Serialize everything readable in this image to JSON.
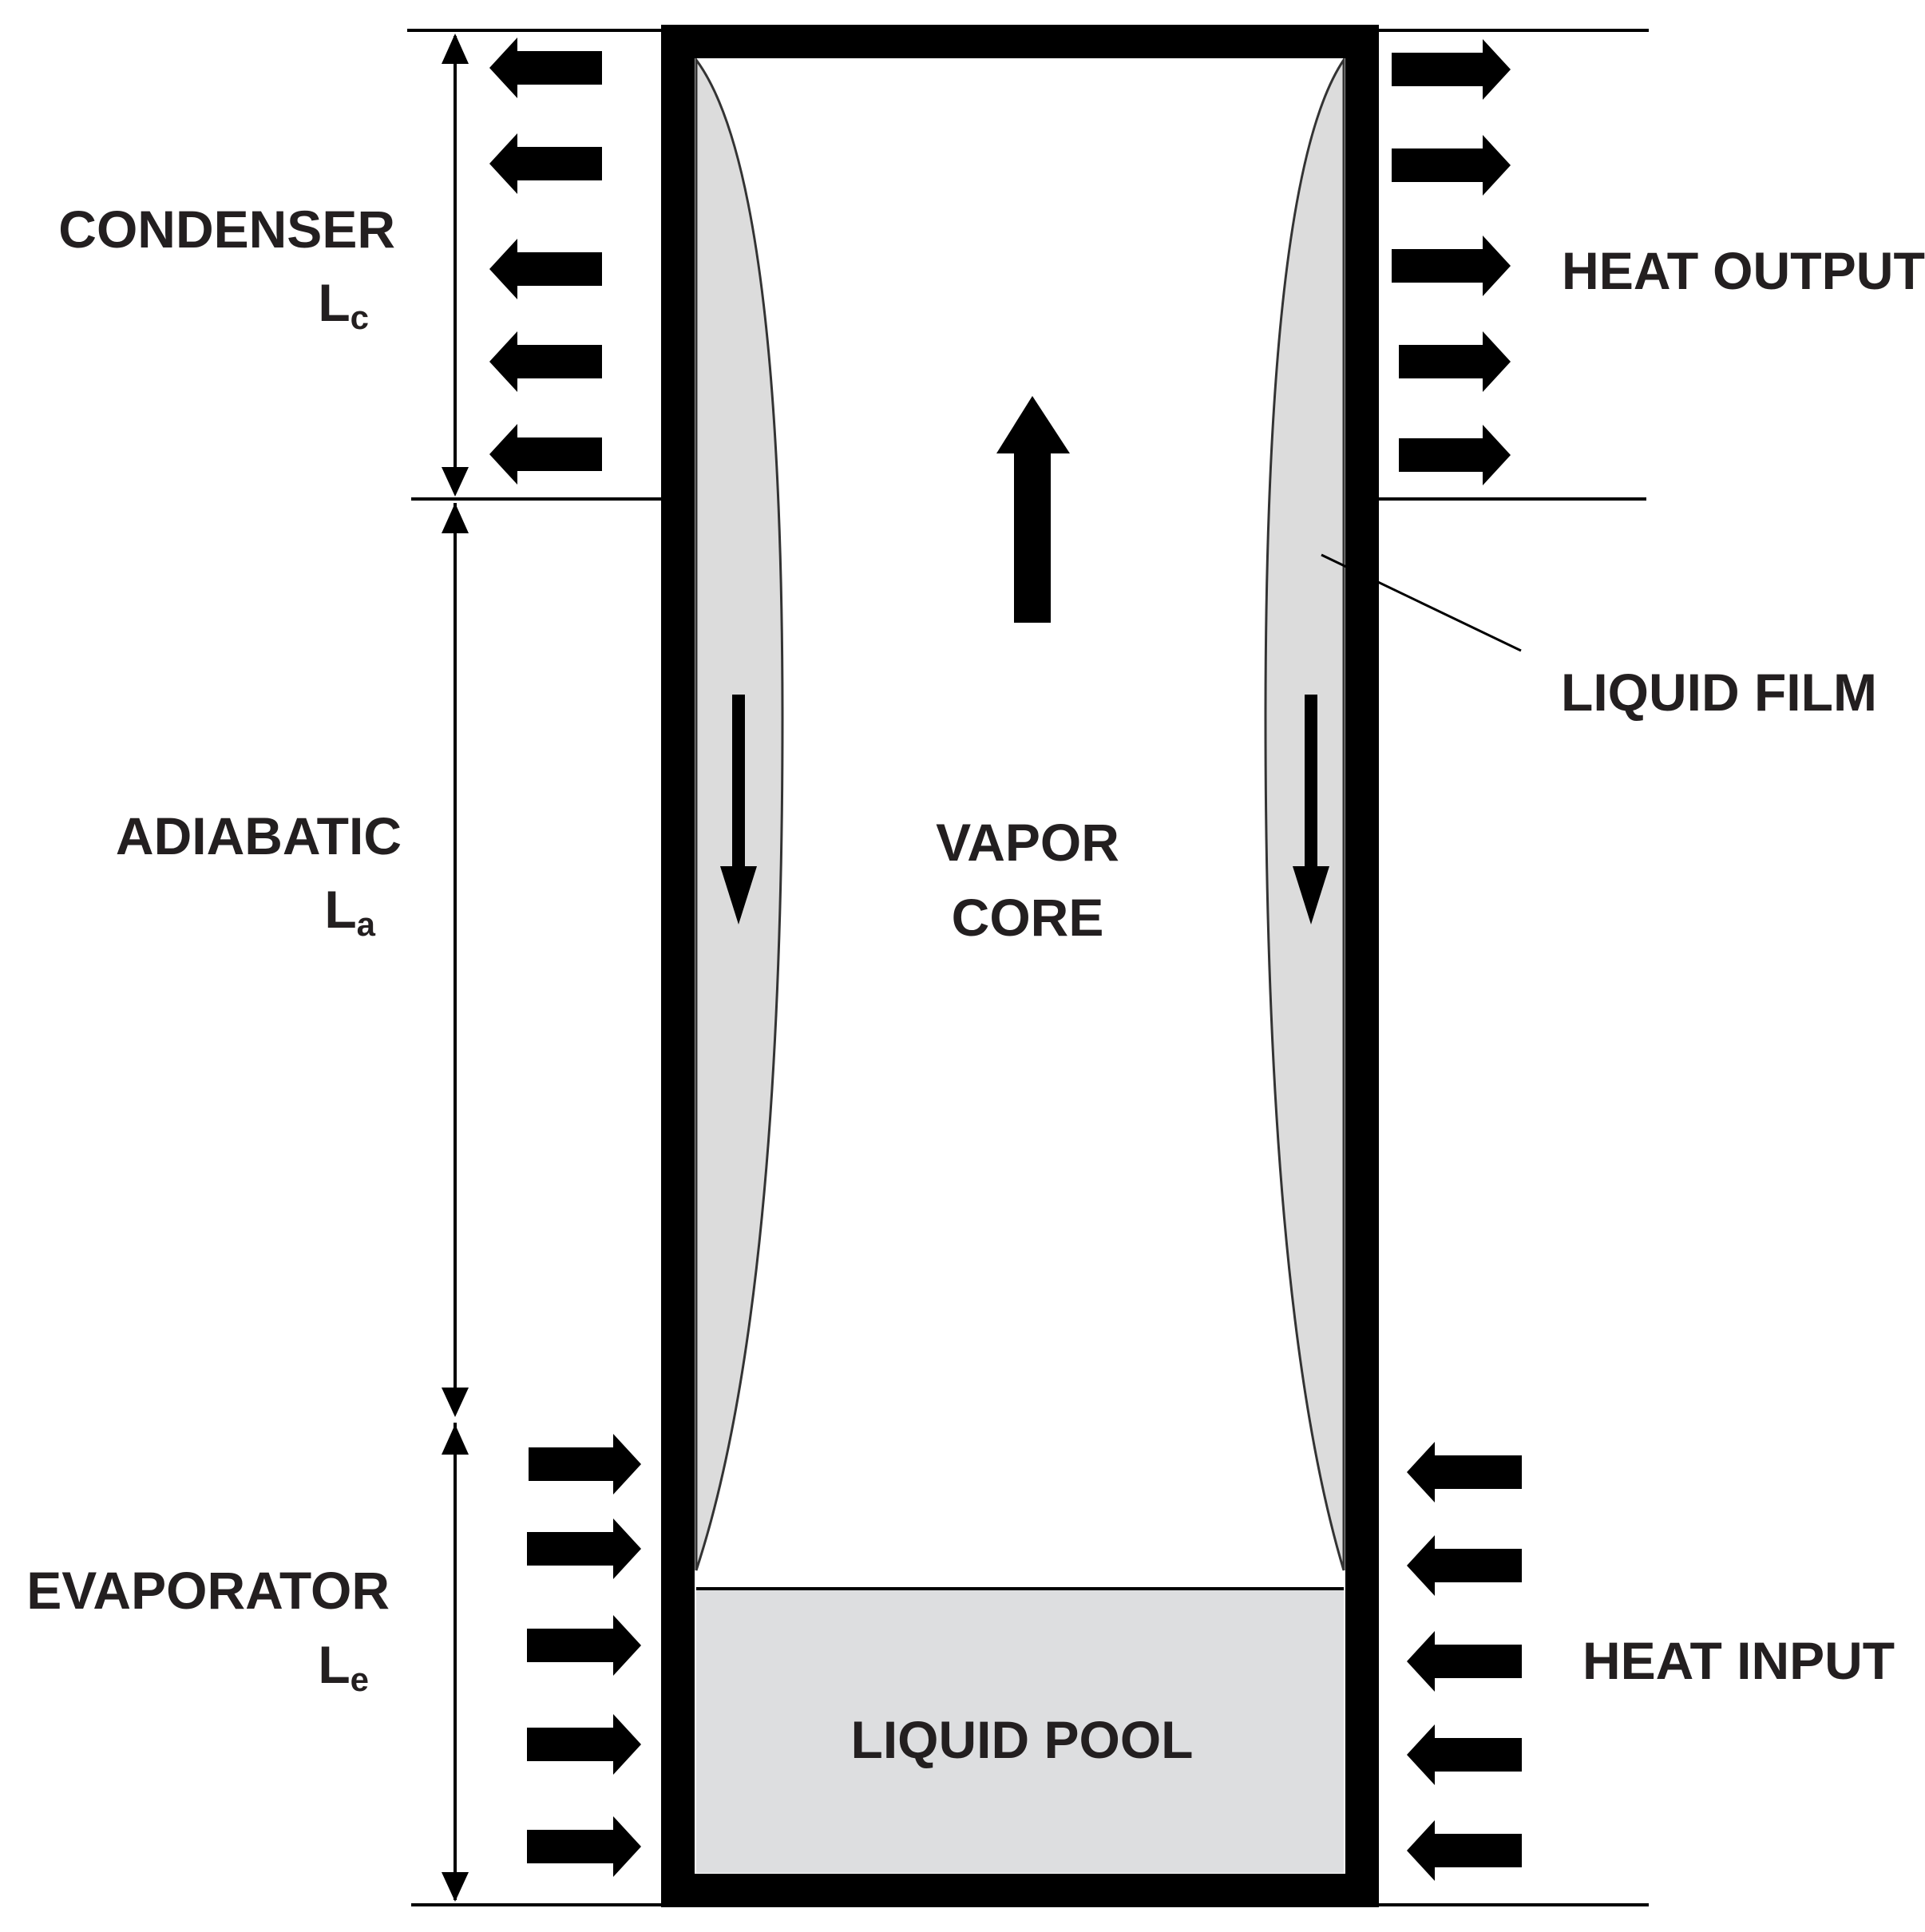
{
  "sections": {
    "condenser": {
      "label": "CONDENSER",
      "symbol": "L",
      "subscript": "c"
    },
    "adiabatic": {
      "label": "ADIABATIC",
      "symbol": "L",
      "subscript": "a"
    },
    "evaporator": {
      "label": "EVAPORATOR",
      "symbol": "L",
      "subscript": "e"
    }
  },
  "labels": {
    "heat_output": "HEAT OUTPUT",
    "liquid_film": "LIQUID FILM",
    "vapor_core_line1": "VAPOR",
    "vapor_core_line2": "CORE",
    "heat_input": "HEAT INPUT",
    "liquid_pool": "LIQUID POOL"
  },
  "colors": {
    "wall": "#000000",
    "film": "#dcdcdc",
    "pool": "#dddee0",
    "text": "#231f20"
  }
}
